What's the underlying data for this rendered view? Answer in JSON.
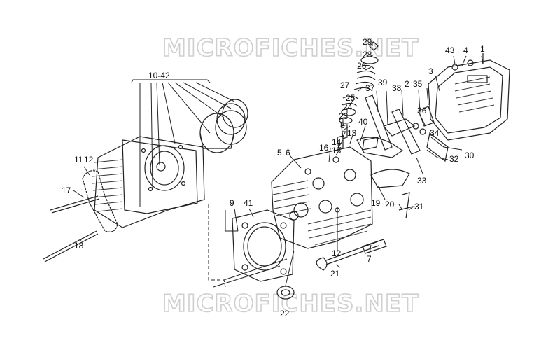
{
  "watermark": {
    "top": "MICROFICHES.NET",
    "bottom": "MICROFICHES.NET"
  },
  "labels": {
    "p1": "1",
    "p2": "2",
    "p3": "3",
    "p4": "4",
    "p43": "43",
    "p5": "5",
    "p6": "6",
    "p7a": "7",
    "p7b": "7",
    "p8": "8",
    "p9": "9",
    "p10_42": "10-42",
    "p11": "11",
    "p12a": "12",
    "p12b": "12",
    "p13": "13",
    "p14": "14",
    "p15": "15",
    "p16": "16",
    "p17": "17",
    "p18": "18",
    "p19": "19",
    "p20": "20",
    "p21": "21",
    "p22": "22",
    "p23": "23",
    "p24": "24",
    "p25": "25",
    "p26": "26",
    "p27": "27",
    "p28": "28",
    "p29": "29",
    "p30": "30",
    "p31": "31",
    "p32": "32",
    "p33": "33",
    "p34": "34",
    "p35": "35",
    "p36": "36",
    "p37": "37",
    "p38": "38",
    "p39": "39",
    "p40": "40",
    "p41": "41"
  }
}
